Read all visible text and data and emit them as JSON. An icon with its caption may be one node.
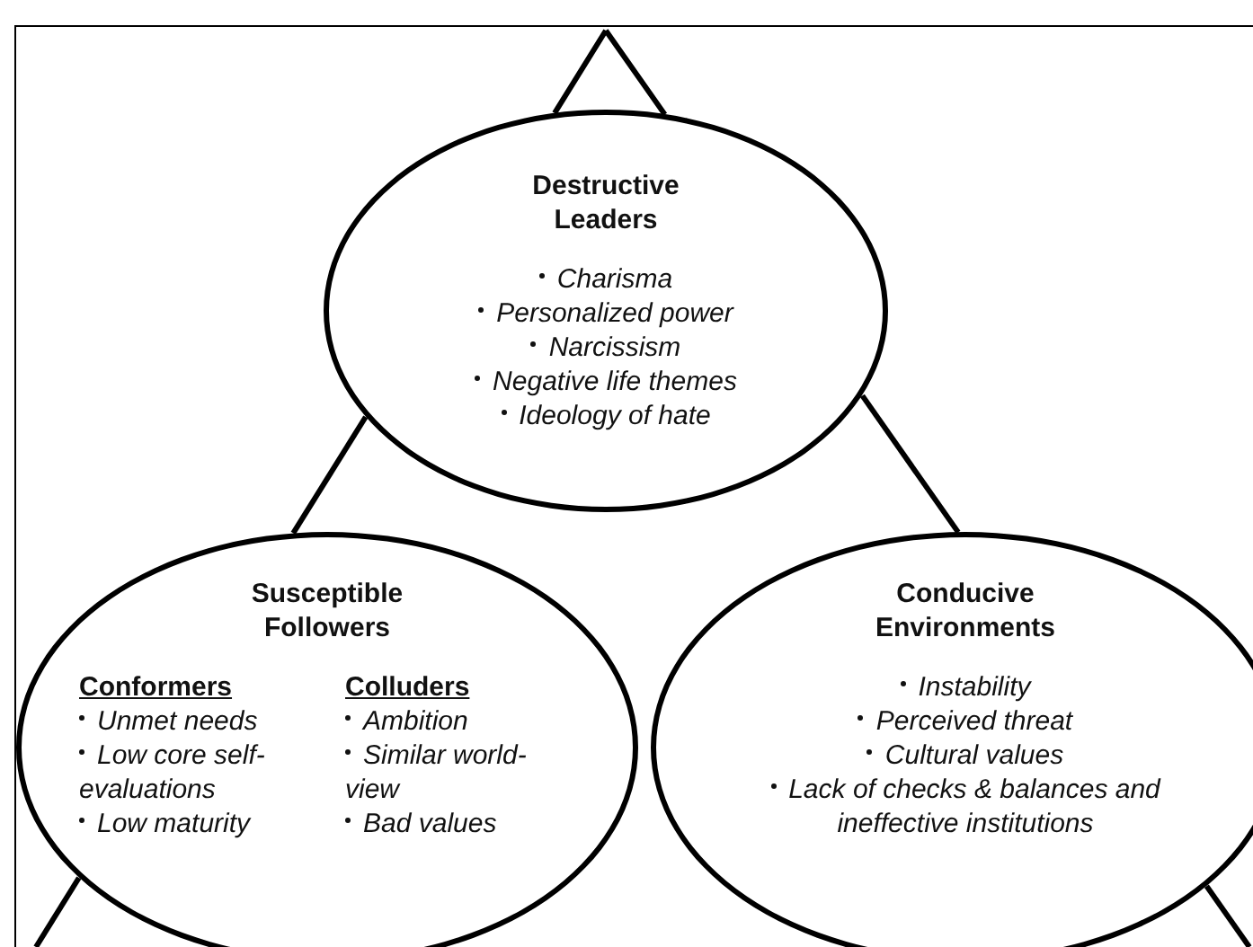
{
  "diagram": {
    "nodes": [
      {
        "text": [
          "Destructive Leaders",
          "Charisma",
          "Personalized power",
          "Narcissism",
          "Negative life themes",
          "Ideology of hate"
        ]
      },
      {
        "text": [
          "Susceptible Followers",
          "Conformers",
          "Unmet needs",
          "Low core self-evaluations",
          "Low maturity",
          "Colluders",
          "Ambition",
          "Similar world-view",
          "Bad values"
        ]
      },
      {
        "text": [
          "Conducive Environments",
          "Instability",
          "Perceived threat",
          "Cultural values",
          "Lack of checks & balances and ineffective institutions"
        ]
      }
    ],
    "edges": [
      {
        "from": 0,
        "to": 1,
        "arrow": "none"
      },
      {
        "from": 0,
        "to": 2,
        "arrow": "none"
      }
    ]
  }
}
